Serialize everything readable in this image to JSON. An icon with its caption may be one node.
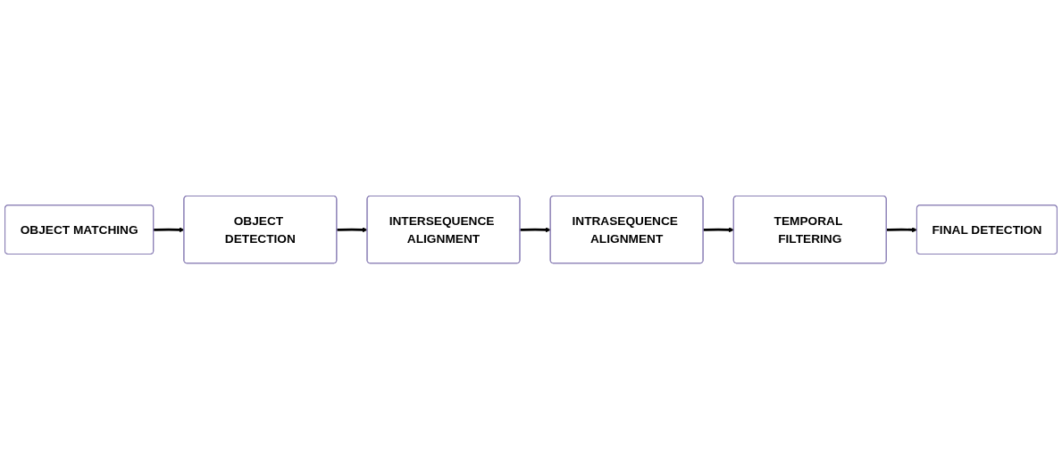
{
  "diagram": {
    "nodes": [
      {
        "text": [
          "OBJECT MATCHING"
        ]
      },
      {
        "text": [
          "OBJECT DETECTION"
        ]
      },
      {
        "text": [
          "INTERSEQUENCE ALIGNMENT"
        ]
      },
      {
        "text": [
          "INTRASEQUENCE ALIGNMENT"
        ]
      },
      {
        "text": [
          "TEMPORAL FILTERING"
        ]
      },
      {
        "text": [
          "FINAL DETECTION"
        ]
      }
    ],
    "edges": [
      {
        "from": 0,
        "to": 1,
        "arrow": "to"
      },
      {
        "from": 1,
        "to": 2,
        "arrow": "to"
      },
      {
        "from": 2,
        "to": 3,
        "arrow": "to"
      },
      {
        "from": 3,
        "to": 4,
        "arrow": "to"
      },
      {
        "from": 4,
        "to": 5,
        "arrow": "to"
      }
    ]
  }
}
